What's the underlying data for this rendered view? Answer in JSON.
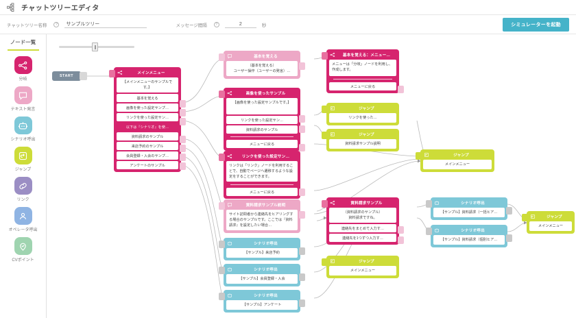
{
  "header": {
    "title": "チャットツリーエディタ",
    "logo_icon": "tree-nodes-icon"
  },
  "toolbar": {
    "tree_name_label": "チャットツリー名称",
    "tree_name_help": "?",
    "tree_name_value": "サンプルツリー",
    "interval_label": "メッセージ間隔",
    "interval_help": "?",
    "interval_value": "2",
    "interval_unit": "秒",
    "simulator_button": "シミュレーターを起動",
    "accent_color": "#45b3c9"
  },
  "sidebar": {
    "title": "ノード一覧",
    "items": [
      {
        "label": "分岐",
        "icon": "branch-icon",
        "color": "#d6246e"
      },
      {
        "label": "テキスト発言",
        "icon": "speech-bubble-icon",
        "color": "#eda8c6"
      },
      {
        "label": "シナリオ呼出",
        "icon": "robot-icon",
        "color": "#7ec8d8"
      },
      {
        "label": "ジャンプ",
        "icon": "jump-icon",
        "color": "#cddc39"
      },
      {
        "label": "リンク",
        "icon": "link-icon",
        "color": "#9b8ec4"
      },
      {
        "label": "オペレータ呼出",
        "icon": "person-icon",
        "color": "#9fd4b0"
      },
      {
        "label": "CVポイント",
        "icon": "pin-check-icon",
        "color": "#9fd4b0"
      }
    ]
  },
  "canvas": {
    "zoom_slider": {
      "name": "zoom-slider",
      "value": 45
    },
    "start_node": {
      "label": "START"
    },
    "nodes": [
      {
        "id": "main-menu",
        "type": "branch",
        "title": "メインメニュー",
        "message": "【メインメニューのサンプルです。】",
        "options": [
          "基本を覚える",
          "画像を使った設定サンプ…",
          "リンクを使った設定サン…",
          "以下は『シナリオ』を使…",
          "資料請求のサンプル",
          "来店予約のサンプル",
          "会員登録・入会のサンプ…",
          "アンケートのサンプル"
        ]
      },
      {
        "id": "basic-learn",
        "type": "text",
        "title": "基本を覚える",
        "message": "（基本を覚える）\nユーザー操作（ユーザーの発言）…"
      },
      {
        "id": "image-sample",
        "type": "branch",
        "title": "画像を使ったサンプル",
        "message": "【画像を使った設定サンプルです。】",
        "options": [
          "リンクを使った設定サン…",
          "資料請求のサンプル",
          "メニューに戻る"
        ]
      },
      {
        "id": "link-sample",
        "type": "branch",
        "title": "リンクを使った設定サン…",
        "message": "リンクは「リンク」ノードを利用することで、自動でページへ遷移するような設定をすることができます。",
        "options": [
          "メニューに戻る"
        ]
      },
      {
        "id": "doc-request-desc",
        "type": "text",
        "title": "資料請求サンプル説明",
        "message": "サイト訪問者から連絡先をヒアリングする場合のサンプルです。ここでは『資料請求』を設定したい場合…"
      },
      {
        "id": "scen-visit",
        "type": "scenario",
        "title": "シナリオ呼出",
        "message": "【サンプル】来店予約"
      },
      {
        "id": "scen-member",
        "type": "scenario",
        "title": "シナリオ呼出",
        "message": "【サンプル】会員登録・入会"
      },
      {
        "id": "scen-survey",
        "type": "scenario",
        "title": "シナリオ呼出",
        "message": "【サンプル】アンケート"
      },
      {
        "id": "basic-menu",
        "type": "branch",
        "title": "基本を覚える：メニュー…",
        "message": "メニューは「分岐」ノードを利用し、作成します。",
        "options": [
          "メニューに戻る"
        ]
      },
      {
        "id": "jump-link",
        "type": "jump",
        "title": "ジャンプ",
        "message": "リンクを使った…"
      },
      {
        "id": "jump-doc-desc",
        "type": "jump",
        "title": "ジャンプ",
        "message": "資料請求サンプル説明"
      },
      {
        "id": "doc-request",
        "type": "branch",
        "title": "資料請求サンプル",
        "message": "（資料請求のサンプル）\n資料請求ですね。",
        "options": [
          "連絡先をまとめて入力す…",
          "連絡先を1つずつ入力す…"
        ]
      },
      {
        "id": "jump-main-1",
        "type": "jump",
        "title": "ジャンプ",
        "message": "メインメニュー"
      },
      {
        "id": "jump-main-2",
        "type": "jump",
        "title": "ジャンプ",
        "message": "メインメニュー"
      },
      {
        "id": "jump-main-3",
        "type": "jump",
        "title": "ジャンプ",
        "message": "メインメニュー"
      },
      {
        "id": "scen-doc-batch",
        "type": "scenario",
        "title": "シナリオ呼出",
        "message": "【サンプル】資料請求（一括ヒア…"
      },
      {
        "id": "scen-doc-each",
        "type": "scenario",
        "title": "シナリオ呼出",
        "message": "【サンプル】資料請求（個別ヒア…"
      }
    ]
  }
}
